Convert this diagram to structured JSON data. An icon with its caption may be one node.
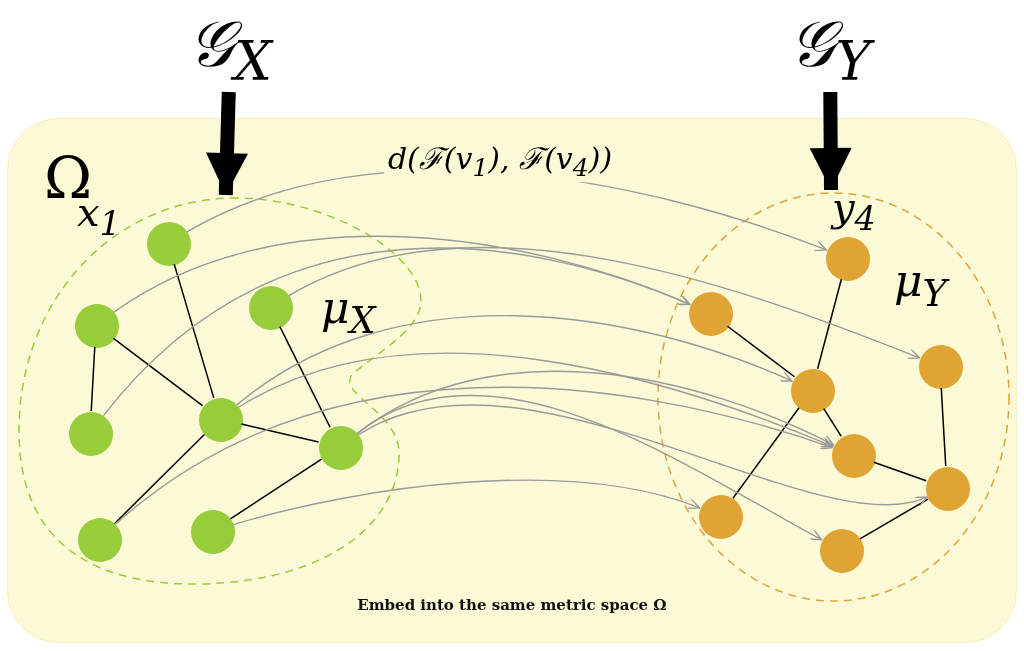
{
  "diagram": {
    "nodes": [
      {
        "text": [
          "𝒢$_{X}$"
        ]
      },
      {
        "text": [
          "𝒢$_{Y}$"
        ]
      },
      {
        "text": [
          "Ω",
          "Embed into the same metric space Ω"
        ]
      },
      {
        "text": [
          "μ$_{X}$"
        ],
        "in": 2
      },
      {
        "text": [],
        "shape": "circle",
        "in": 3,
        "beside": [
          "x$_{1}$"
        ]
      },
      {
        "text": [],
        "shape": "circle",
        "in": 3
      },
      {
        "text": [],
        "shape": "circle",
        "in": 3
      },
      {
        "text": [],
        "shape": "circle",
        "in": 3
      },
      {
        "text": [],
        "shape": "circle",
        "in": 3
      },
      {
        "text": [],
        "shape": "circle",
        "in": 3
      },
      {
        "text": [],
        "shape": "circle",
        "in": 3
      },
      {
        "text": [],
        "shape": "circle",
        "in": 3
      },
      {
        "text": [
          "μ$_{Y}$"
        ],
        "in": 2
      },
      {
        "text": [],
        "shape": "circle",
        "in": 12,
        "beside": [
          "y$_{4}$"
        ]
      },
      {
        "text": [],
        "shape": "circle",
        "in": 12
      },
      {
        "text": [],
        "shape": "circle",
        "in": 12
      },
      {
        "text": [],
        "shape": "circle",
        "in": 12
      },
      {
        "text": [],
        "shape": "circle",
        "in": 12
      },
      {
        "text": [],
        "shape": "circle",
        "in": 12
      },
      {
        "text": [],
        "shape": "circle",
        "in": 12
      },
      {
        "text": [],
        "shape": "circle",
        "in": 12
      }
    ],
    "edges": [
      {
        "from": 0,
        "to": 3,
        "arrow": "to",
        "style": "thick"
      },
      {
        "from": 1,
        "to": 12,
        "arrow": "to",
        "style": "thick"
      },
      {
        "from": 4,
        "to": 8,
        "arrow": "none"
      },
      {
        "from": 5,
        "to": 7,
        "arrow": "none"
      },
      {
        "from": 5,
        "to": 8,
        "arrow": "none"
      },
      {
        "from": 6,
        "to": 9,
        "arrow": "none"
      },
      {
        "from": 8,
        "to": 9,
        "arrow": "none"
      },
      {
        "from": 8,
        "to": 10,
        "arrow": "none"
      },
      {
        "from": 9,
        "to": 11,
        "arrow": "none"
      },
      {
        "from": 13,
        "to": 16,
        "arrow": "none"
      },
      {
        "from": 14,
        "to": 16,
        "arrow": "none"
      },
      {
        "from": 16,
        "to": 17,
        "arrow": "none"
      },
      {
        "from": 16,
        "to": 19,
        "arrow": "none"
      },
      {
        "from": 15,
        "to": 18,
        "arrow": "none"
      },
      {
        "from": 17,
        "to": 18,
        "arrow": "none"
      },
      {
        "from": 18,
        "to": 20,
        "arrow": "none"
      },
      {
        "from": 4,
        "to": 13,
        "arrow": "to",
        "color": "#9a9a9a",
        "label": "d(ℱ(v$_{1}$), ℱ(v$_{4}$))"
      },
      {
        "from": 5,
        "to": 14,
        "arrow": "to",
        "color": "#9a9a9a"
      },
      {
        "from": 6,
        "to": 15,
        "arrow": "to",
        "color": "#9a9a9a"
      },
      {
        "from": 7,
        "to": 14,
        "arrow": "to",
        "color": "#9a9a9a"
      },
      {
        "from": 8,
        "to": 16,
        "arrow": "to",
        "color": "#9a9a9a"
      },
      {
        "from": 8,
        "to": 17,
        "arrow": "to",
        "color": "#9a9a9a"
      },
      {
        "from": 9,
        "to": 17,
        "arrow": "to",
        "color": "#9a9a9a"
      },
      {
        "from": 9,
        "to": 18,
        "arrow": "to",
        "color": "#9a9a9a"
      },
      {
        "from": 10,
        "to": 17,
        "arrow": "to",
        "color": "#9a9a9a"
      },
      {
        "from": 11,
        "to": 19,
        "arrow": "to",
        "color": "#9a9a9a"
      },
      {
        "from": 9,
        "to": 20,
        "arrow": "to",
        "color": "#9a9a9a"
      }
    ]
  }
}
